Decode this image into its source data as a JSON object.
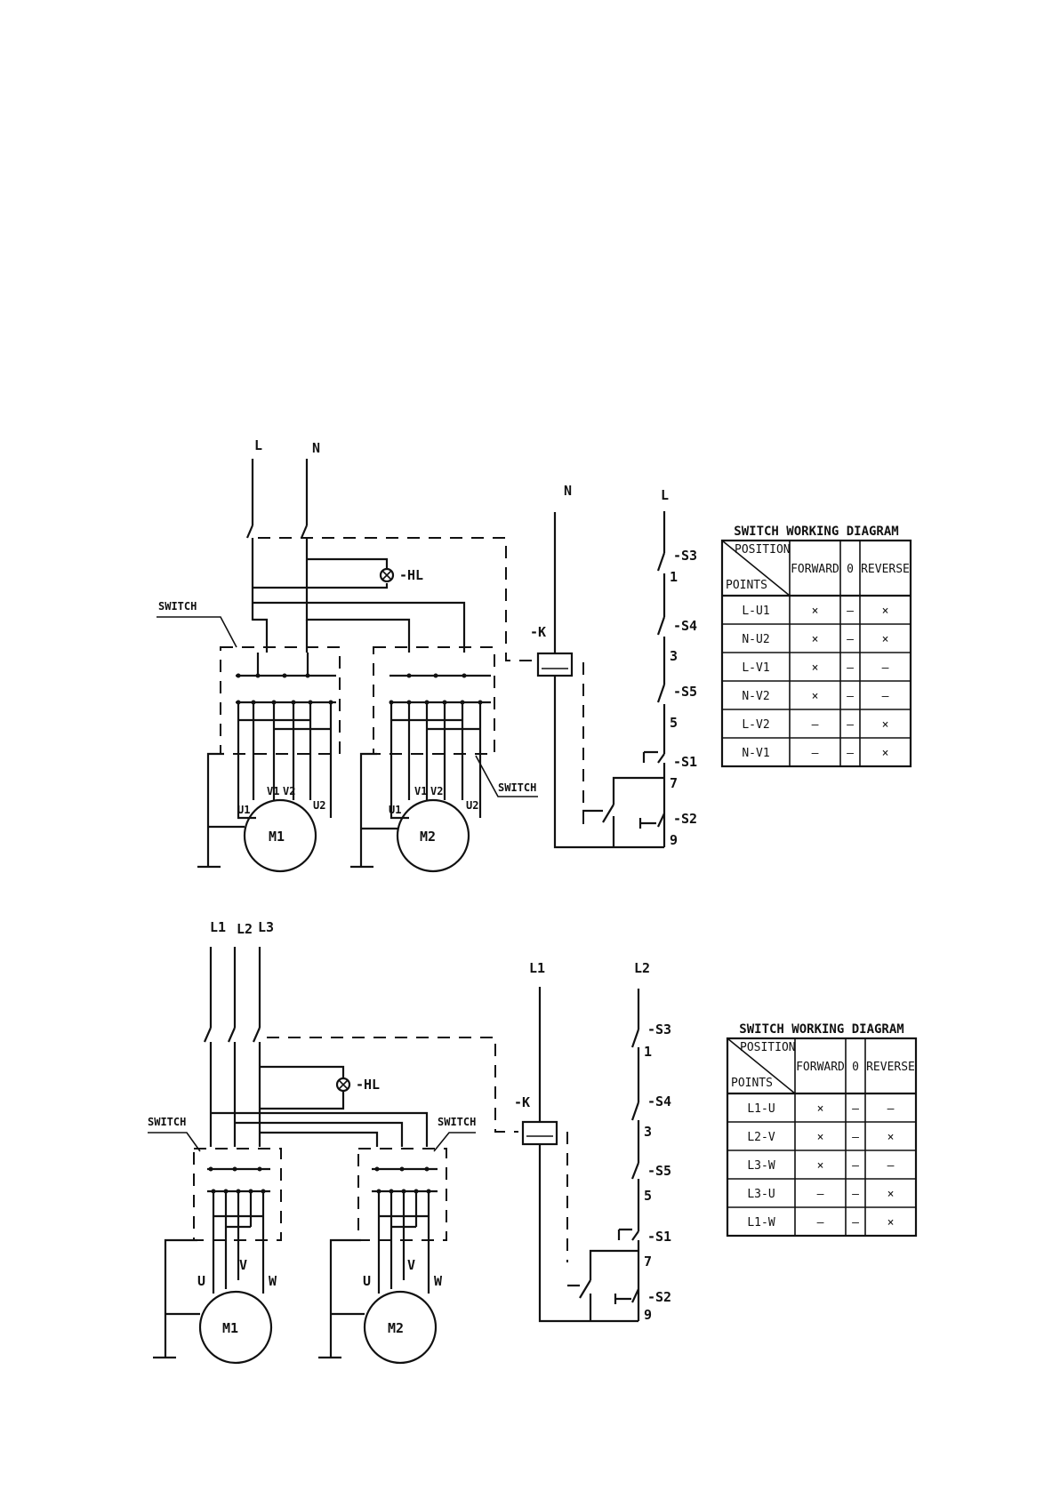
{
  "single_phase": {
    "lines": [
      "L",
      "N"
    ],
    "lamp": "-HL",
    "switch_labels": [
      "SWITCH",
      "SWITCH"
    ],
    "motors": [
      {
        "name": "M1",
        "terminals": [
          "U1",
          "V1",
          "V2",
          "U2"
        ]
      },
      {
        "name": "M2",
        "terminals": [
          "U1",
          "V1",
          "V2",
          "U2"
        ]
      }
    ],
    "control": {
      "supply": [
        "N",
        "L"
      ],
      "relay": "-K",
      "contacts": [
        "-S3",
        "-S4",
        "-S5",
        "-S1",
        "-S2"
      ],
      "nodes": [
        "1",
        "3",
        "5",
        "7",
        "9"
      ]
    },
    "table": {
      "title": "SWITCH WORKING DIAGRAM",
      "corner_top": "POSITION",
      "corner_bottom": "POINTS",
      "columns": [
        "FORWARD",
        "0",
        "REVERSE"
      ],
      "rows": [
        {
          "point": "L-U1",
          "cells": [
            "×",
            "–",
            "×"
          ]
        },
        {
          "point": "N-U2",
          "cells": [
            "×",
            "–",
            "×"
          ]
        },
        {
          "point": "L-V1",
          "cells": [
            "×",
            "–",
            "–"
          ]
        },
        {
          "point": "N-V2",
          "cells": [
            "×",
            "–",
            "–"
          ]
        },
        {
          "point": "L-V2",
          "cells": [
            "–",
            "–",
            "×"
          ]
        },
        {
          "point": "N-V1",
          "cells": [
            "–",
            "–",
            "×"
          ]
        }
      ]
    }
  },
  "three_phase": {
    "lines": [
      "L1",
      "L2",
      "L3"
    ],
    "lamp": "-HL",
    "switch_labels": [
      "SWITCH",
      "SWITCH"
    ],
    "motors": [
      {
        "name": "M1",
        "terminals": [
          "U",
          "V",
          "W"
        ]
      },
      {
        "name": "M2",
        "terminals": [
          "U",
          "V",
          "W"
        ]
      }
    ],
    "control": {
      "supply": [
        "L1",
        "L2"
      ],
      "relay": "-K",
      "contacts": [
        "-S3",
        "-S4",
        "-S5",
        "-S1",
        "-S2"
      ],
      "nodes": [
        "1",
        "3",
        "5",
        "7",
        "9"
      ]
    },
    "table": {
      "title": "SWITCH WORKING DIAGRAM",
      "corner_top": "POSITION",
      "corner_bottom": "POINTS",
      "columns": [
        "FORWARD",
        "0",
        "REVERSE"
      ],
      "rows": [
        {
          "point": "L1-U",
          "cells": [
            "×",
            "–",
            "–"
          ]
        },
        {
          "point": "L2-V",
          "cells": [
            "×",
            "–",
            "×"
          ]
        },
        {
          "point": "L3-W",
          "cells": [
            "×",
            "–",
            "–"
          ]
        },
        {
          "point": "L3-U",
          "cells": [
            "–",
            "–",
            "×"
          ]
        },
        {
          "point": "L1-W",
          "cells": [
            "–",
            "–",
            "×"
          ]
        }
      ]
    }
  }
}
